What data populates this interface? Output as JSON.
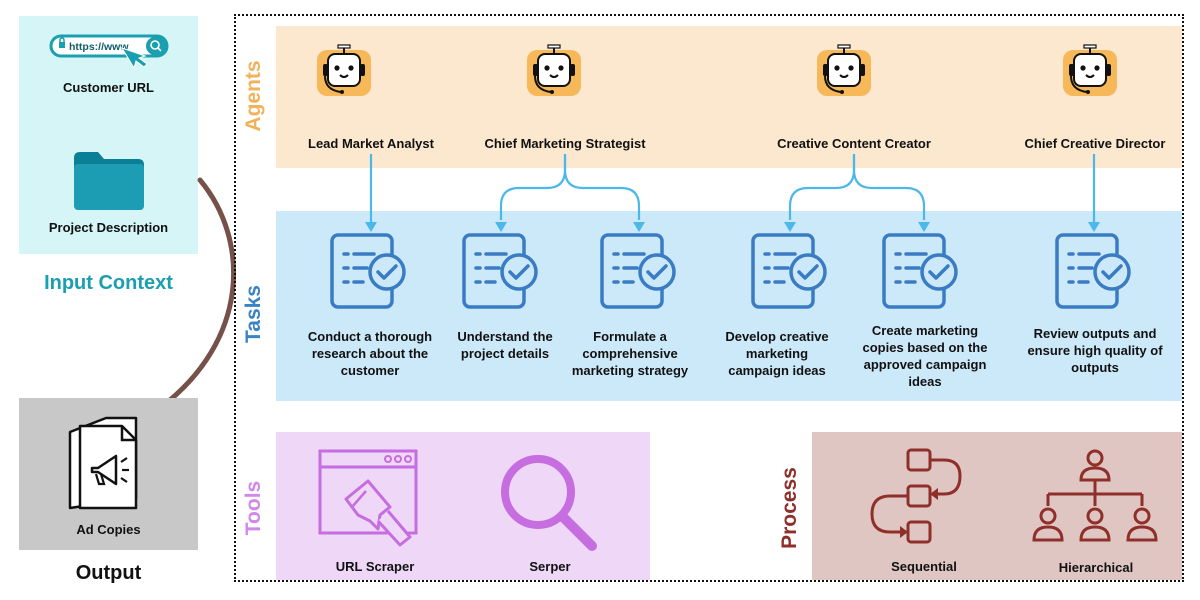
{
  "input": {
    "customer_url_label": "Customer URL",
    "url_text": "https://www",
    "project_description_label": "Project Description",
    "section_title": "Input Context"
  },
  "output": {
    "item_label": "Ad Copies",
    "section_title": "Output"
  },
  "sections": {
    "agents": "Agents",
    "tasks": "Tasks",
    "tools": "Tools",
    "process": "Process"
  },
  "agents": [
    "Lead Market Analyst",
    "Chief Marketing Strategist",
    "Creative Content Creator",
    "Chief Creative Director"
  ],
  "tasks": [
    "Conduct a thorough research about the customer",
    "Understand the project details",
    "Formulate a comprehensive marketing strategy",
    "Develop creative marketing campaign ideas",
    "Create marketing copies based on the approved campaign ideas",
    "Review outputs and ensure high quality of outputs"
  ],
  "tools": [
    "URL Scraper",
    "Serper"
  ],
  "process": [
    "Sequential",
    "Hierarchical"
  ],
  "colors": {
    "input_bg": "#d5f5f7",
    "input_title": "#1a9fb0",
    "output_bg": "#c8c8c8",
    "agents_bg": "#fce8cf",
    "agents_title": "#f2b25a",
    "tasks_bg": "#cce9fa",
    "tasks_title": "#3a84c6",
    "task_icon": "#3a7cc4",
    "arrow": "#4ab8ea",
    "tools_bg": "#eed7f7",
    "tools_title": "#d287ea",
    "tools_icon": "#c66de0",
    "process_bg": "#e0c6c3",
    "process_title": "#8f2f2a",
    "process_icon": "#8f2f2a",
    "robot_face": "#f7b85a",
    "curve_arrow": "#75514a"
  }
}
